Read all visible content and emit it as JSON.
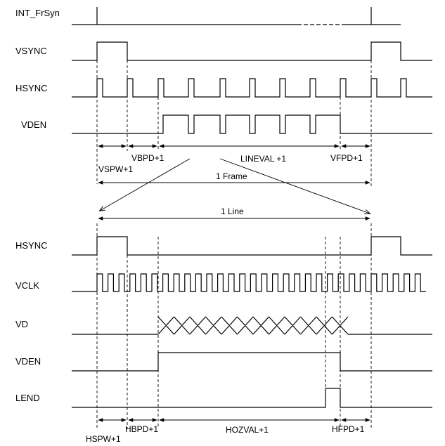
{
  "signals": {
    "int_frsyn": "INT_FrSyn",
    "vsync": "VSYNC",
    "hsync_top": "HSYNC",
    "vden_top": "VDEN",
    "hsync_bottom": "HSYNC",
    "vclk": "VCLK",
    "vd": "VD",
    "vden_bottom": "VDEN",
    "lend": "LEND"
  },
  "dimensions": {
    "vspw": "VSPW+1",
    "vbpd": "VBPD+1",
    "lineval": "LINEVAL +1",
    "vfpd": "VFPD+1",
    "frame": "1 Frame",
    "line": "1 Line",
    "hspw": "HSPW+1",
    "hbpd": "HBPD+1",
    "hozval": "HOZVAL+1",
    "hfpd": "HFPD+1"
  }
}
